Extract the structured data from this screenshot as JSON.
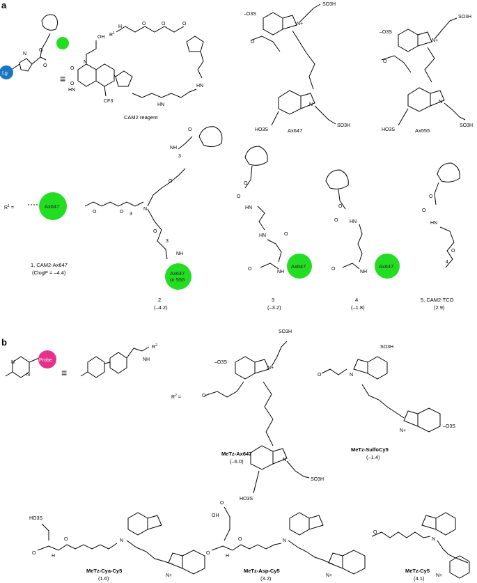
{
  "panel_a": {
    "letter": "a",
    "legend_lg": "Lg",
    "equiv": "≡",
    "cam2_reagent_label": "CAM2 reagent",
    "r1_atom": "R",
    "r1_sup": "1",
    "ax647_label": "Ax647",
    "ax555_label": "Ax555",
    "r1_equals": "R",
    "r1_equals_sup": "1",
    "r1_equals_sign": "=",
    "ball_ax647": "Ax647",
    "ball_ax647_or_555_line1": "Ax647",
    "ball_ax647_or_555_line2": "or 555",
    "compound_1_name": "1, CAM2-Ax647",
    "compound_1_clogp": "(ClogP = –4.4)",
    "compound_2_name": "2",
    "compound_2_clogp": "(–4.2)",
    "compound_3_name": "3",
    "compound_3_clogp": "(–3.2)",
    "compound_4_name": "4",
    "compound_4_clogp": "(–1.8)",
    "compound_5_name": "5, CAM2-TCO",
    "compound_5_clogp": "(2.9)"
  },
  "panel_b": {
    "letter": "b",
    "probe_label": "Probe",
    "equiv": "≡",
    "r2_atom": "R",
    "r2_sup": "2",
    "r2_equals": "R",
    "r2_equals_sup": "2",
    "r2_equals_sign": "=",
    "metz_ax647_name": "MeTz-Ax647",
    "metz_ax647_clogp": "(–6.0)",
    "metz_sulfocy5_name": "MeTz-SulfoCy5",
    "metz_sulfocy5_clogp": "(–1.4)",
    "metz_cya_cy5_name": "MeTz-Cya-Cy5",
    "metz_cya_cy5_clogp": "(1.6)",
    "metz_asp_cy5_name": "MeTz-Asp-Cy5",
    "metz_asp_cy5_clogp": "(3.2)",
    "metz_cy5_name": "MeTz-Cy5",
    "metz_cy5_clogp": "(4.1)"
  },
  "atoms": {
    "so3h": "SO3H",
    "so3m": "–O3S",
    "hoso3": "HO3S",
    "o": "O",
    "n": "N",
    "nplus": "N+",
    "h": "H",
    "nh": "NH",
    "hn": "HN",
    "oh": "OH",
    "cf3": "CF3",
    "sub3": "3",
    "sub4": "4"
  },
  "colors": {
    "ball_green": "#22dd22",
    "ball_blue": "#1a78c2",
    "ball_pink": "#e6318a"
  }
}
